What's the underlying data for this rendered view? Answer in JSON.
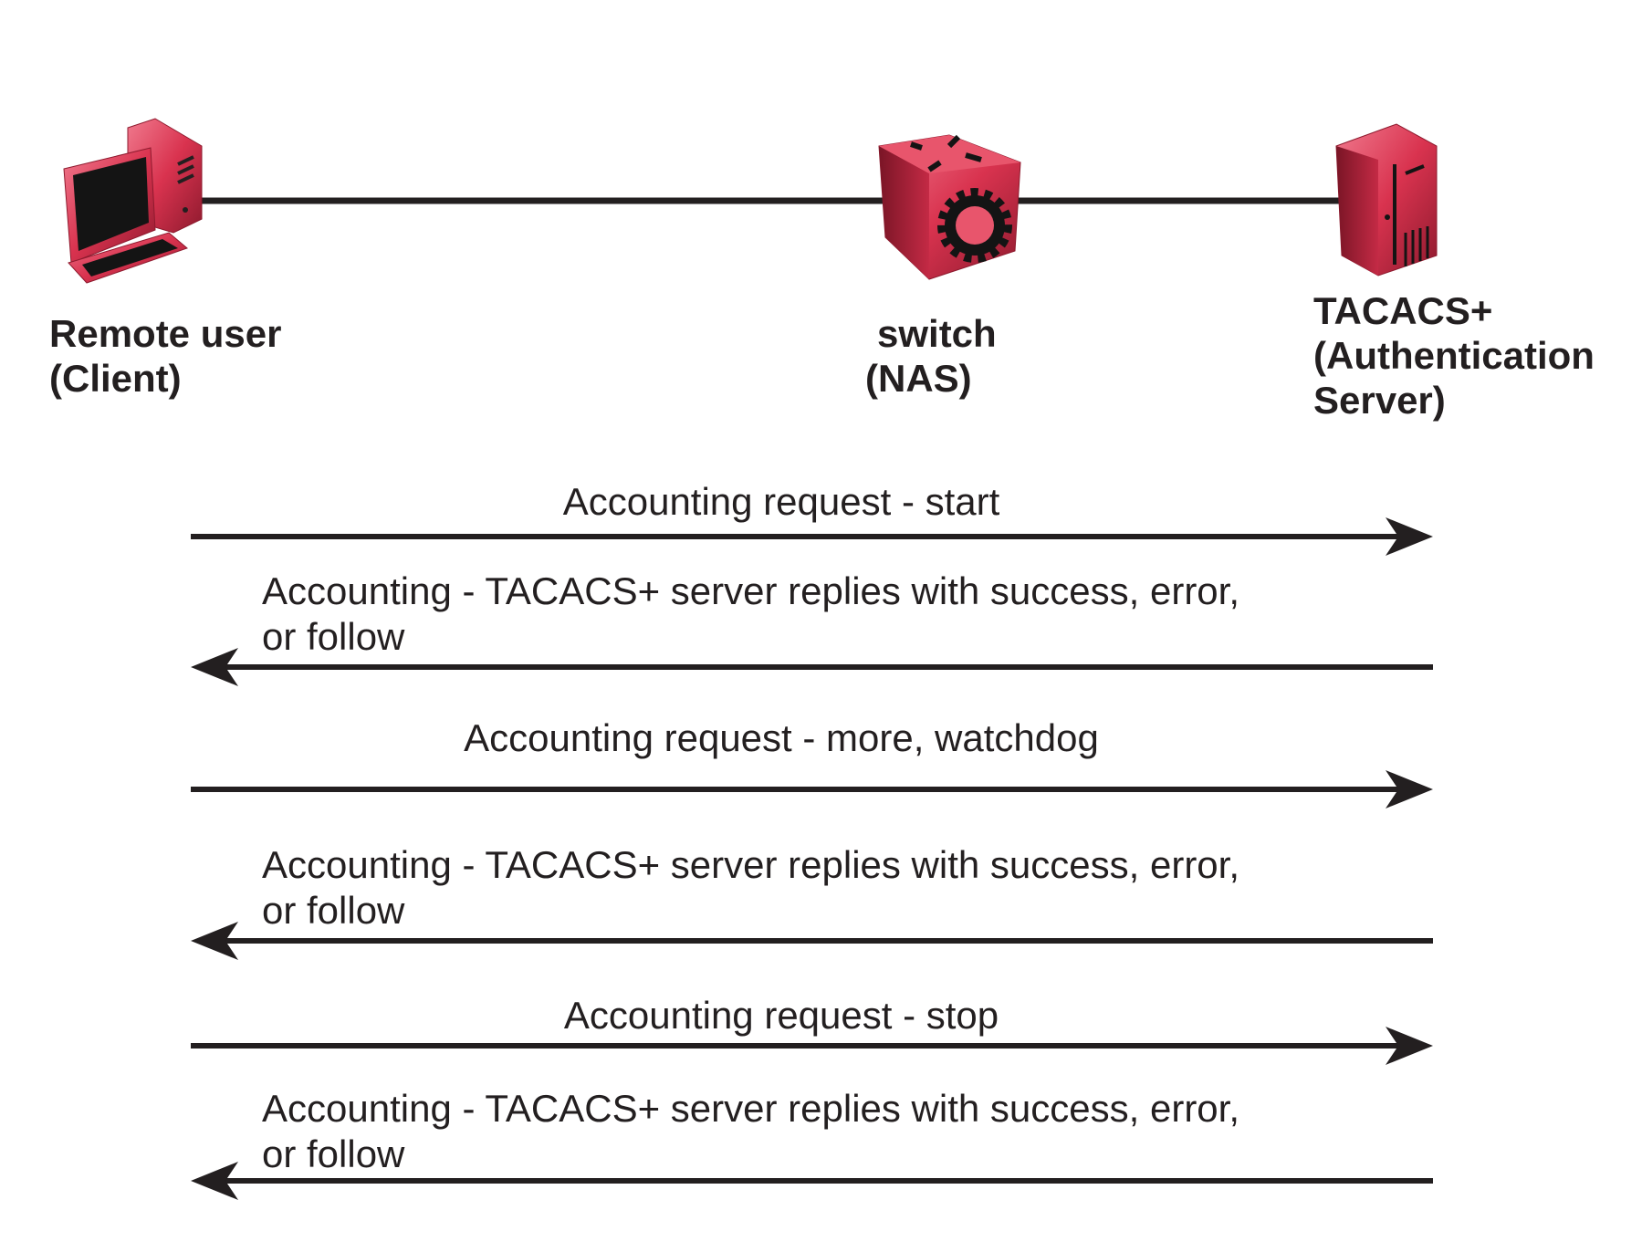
{
  "nodes": {
    "client": {
      "line1": "Remote user",
      "line2": "(Client)",
      "icon": "computer-icon"
    },
    "switch": {
      "line1": "switch",
      "line2": "(NAS)",
      "icon": "router-switch-icon"
    },
    "server": {
      "line1": "TACACS+",
      "line2": "(Authentication",
      "line3": "Server)",
      "icon": "server-icon"
    }
  },
  "colors": {
    "device": "#d9334f",
    "line": "#231f20"
  },
  "messages": [
    {
      "direction": "right",
      "line1": "Accounting request - start"
    },
    {
      "direction": "left",
      "line1": "Accounting - TACACS+ server replies with success, error,",
      "line2": "or follow"
    },
    {
      "direction": "right",
      "line1": "Accounting request - more, watchdog"
    },
    {
      "direction": "left",
      "line1": "Accounting - TACACS+ server replies with success, error,",
      "line2": "or follow"
    },
    {
      "direction": "right",
      "line1": "Accounting request - stop"
    },
    {
      "direction": "left",
      "line1": "Accounting - TACACS+ server replies with success, error,",
      "line2": "or follow"
    }
  ]
}
